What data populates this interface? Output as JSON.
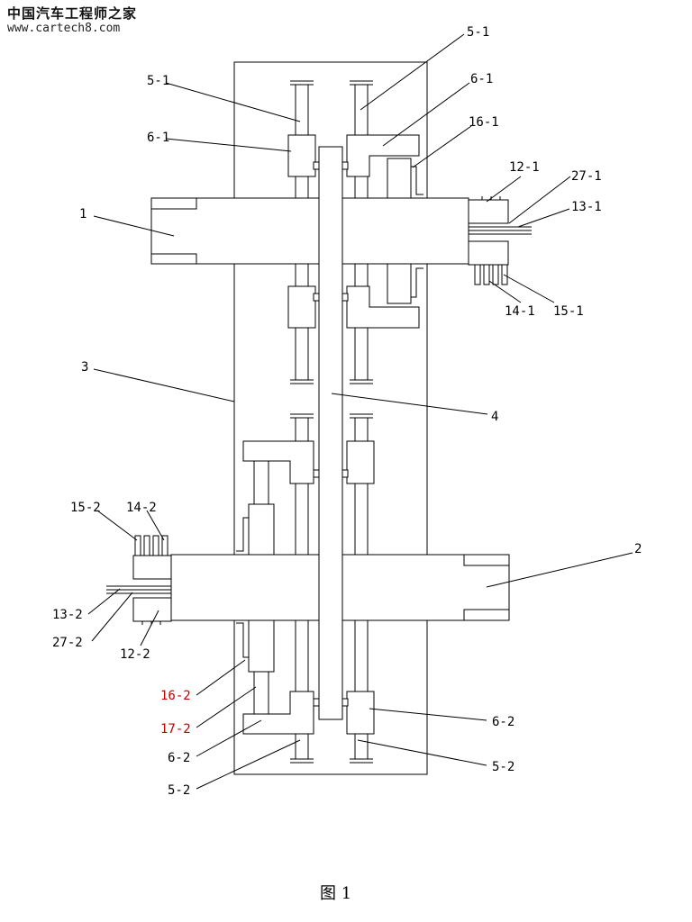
{
  "watermark": {
    "title": "中国汽车工程师之家",
    "url": "www.cartech8.com"
  },
  "figure_caption": "图 1",
  "labels": {
    "l5_1a": "5-1",
    "l5_1b": "5-1",
    "l6_1a": "6-1",
    "l6_1b": "6-1",
    "l16_1": "16-1",
    "l12_1": "12-1",
    "l27_1": "27-1",
    "l13_1": "13-1",
    "l14_1": "14-1",
    "l15_1": "15-1",
    "l1": "1",
    "l3": "3",
    "l4": "4",
    "l2": "2",
    "l15_2": "15-2",
    "l14_2": "14-2",
    "l13_2": "13-2",
    "l27_2": "27-2",
    "l12_2": "12-2",
    "l16_2": "16-2",
    "l17_2": "17-2",
    "l6_2a": "6-2",
    "l6_2b": "6-2",
    "l5_2a": "5-2",
    "l5_2b": "5-2"
  },
  "colors": {
    "line": "#000000",
    "highlight_label": "#c00000"
  }
}
